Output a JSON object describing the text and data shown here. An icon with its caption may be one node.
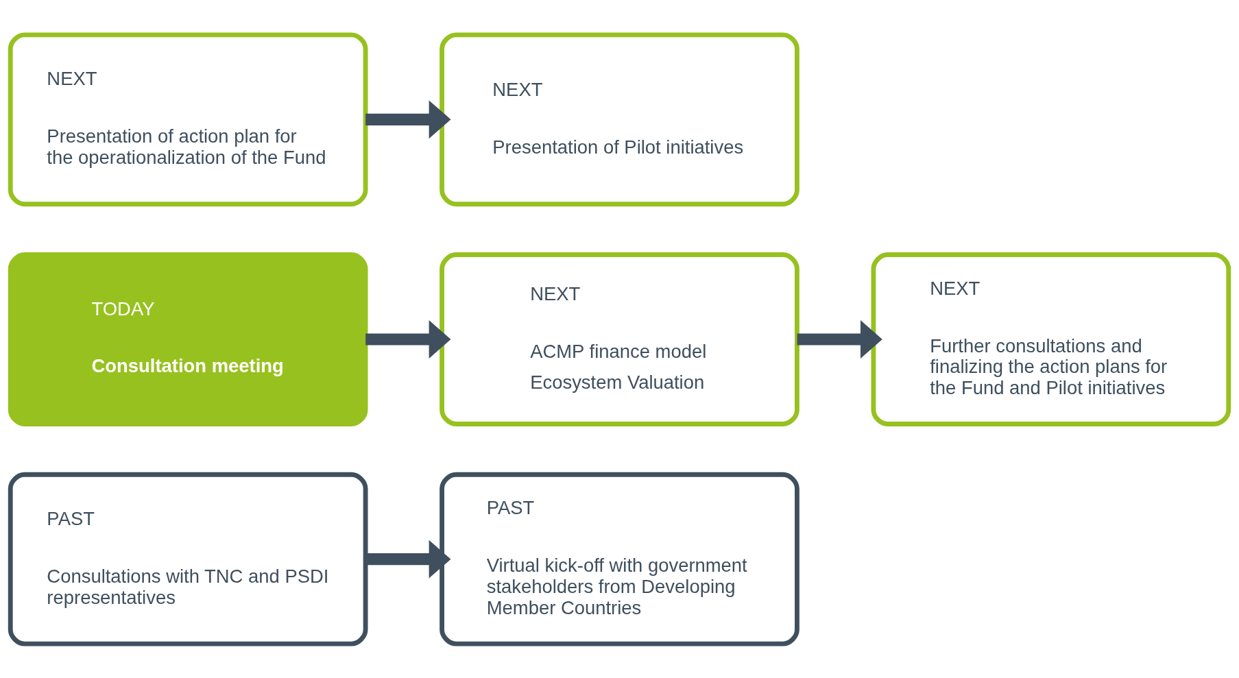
{
  "diagram": {
    "nodes": [
      {
        "text": [
          "PAST",
          "Consultations with TNC and PSDI representatives"
        ]
      },
      {
        "text": [
          "PAST",
          "Virtual kick-off with government stakeholders from Developing Member Countries"
        ]
      },
      {
        "text": [
          "TODAY",
          "Consultation meeting"
        ]
      },
      {
        "text": [
          "NEXT",
          "ACMP finance model",
          "Ecosystem Valuation"
        ]
      },
      {
        "text": [
          "NEXT",
          "Further consultations and finalizing the action plans for the Fund and Pilot initiatives"
        ]
      },
      {
        "text": [
          "NEXT",
          "Presentation of action plan for the operationalization of the Fund"
        ]
      },
      {
        "text": [
          "NEXT",
          "Presentation of Pilot initiatives"
        ]
      }
    ],
    "edges": [
      {
        "from": 0,
        "to": 1,
        "arrow": "to"
      },
      {
        "from": 2,
        "to": 3,
        "arrow": "to"
      },
      {
        "from": 3,
        "to": 4,
        "arrow": "to"
      },
      {
        "from": 5,
        "to": 6,
        "arrow": "to"
      }
    ]
  }
}
